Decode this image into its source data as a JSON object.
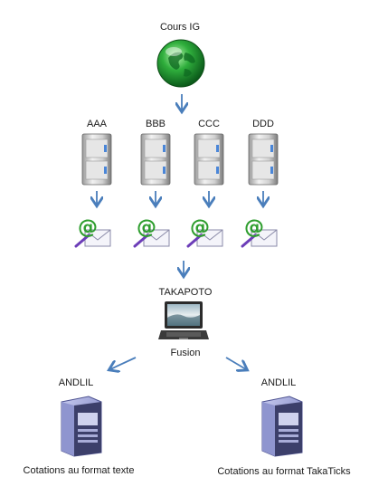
{
  "source": {
    "label": "Cours IG",
    "icon": "globe-icon"
  },
  "servers": [
    {
      "label": "AAA",
      "icon": "server-tower-icon"
    },
    {
      "label": "BBB",
      "icon": "server-tower-icon"
    },
    {
      "label": "CCC",
      "icon": "server-tower-icon"
    },
    {
      "label": "DDD",
      "icon": "server-tower-icon"
    }
  ],
  "mail_icon": "email-at-icon",
  "hub": {
    "label": "TAKAPOTO",
    "caption": "Fusion",
    "icon": "laptop-icon"
  },
  "outputs": [
    {
      "label": "ANDLIL",
      "caption": "Cotations au format texte",
      "icon": "server-icon"
    },
    {
      "label": "ANDLIL",
      "caption": "Cotations au format TakaTicks",
      "icon": "server-icon"
    }
  ],
  "colors": {
    "arrow": "#4a7ebb",
    "server_blue": "#8a90c9"
  }
}
